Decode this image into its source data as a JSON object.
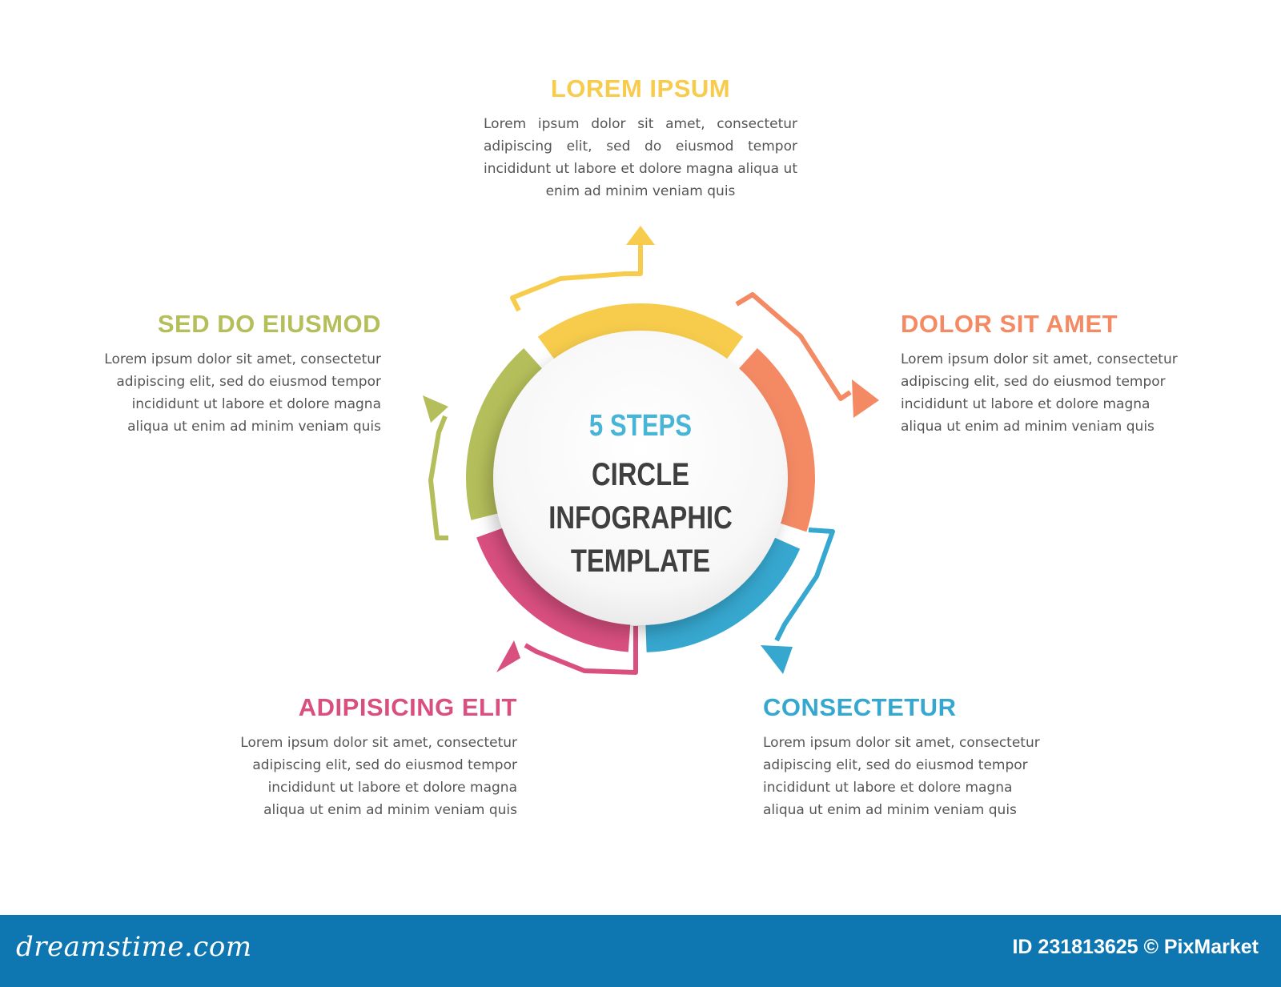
{
  "colors": {
    "yellow": "#f7cc4c",
    "orange": "#f48a64",
    "blue": "#36a7cf",
    "pink": "#d94f7f",
    "green": "#b4be5a",
    "center_kicker": "#48b5d6",
    "text": "#555555",
    "footer": "#0e76b0"
  },
  "center": {
    "kicker": "5 STEPS",
    "line1": "CIRCLE INFOGRAPHIC",
    "line2": "TEMPLATE"
  },
  "steps": [
    {
      "id": "top",
      "color": "yellow",
      "title": "LOREM IPSUM",
      "text": "Lorem ipsum dolor sit amet, consectetur adipiscing elit, sed do eiusmod tempor incididunt ut labore et dolore magna aliqua ut enim ad minim veniam quis"
    },
    {
      "id": "right",
      "color": "orange",
      "title": "DOLOR SIT AMET",
      "text": "Lorem ipsum dolor sit amet, consectetur adipiscing elit, sed do eiusmod tempor incididunt ut labore et dolore magna aliqua ut enim ad minim veniam quis"
    },
    {
      "id": "bottom-right",
      "color": "blue",
      "title": "CONSECTETUR",
      "text": "Lorem ipsum dolor sit amet, consectetur adipiscing elit, sed do eiusmod tempor incididunt ut labore et dolore magna aliqua ut enim ad minim veniam quis"
    },
    {
      "id": "bottom-left",
      "color": "pink",
      "title": "ADIPISICING ELIT",
      "text": "Lorem ipsum dolor sit amet, consectetur adipiscing elit, sed do eiusmod tempor incididunt ut labore et dolore magna aliqua ut enim ad minim veniam quis"
    },
    {
      "id": "left",
      "color": "green",
      "title": "SED DO EIUSMOD",
      "text": "Lorem ipsum dolor sit amet, consectetur adipiscing elit, sed do eiusmod tempor incididunt ut labore et dolore magna aliqua ut enim ad minim veniam quis"
    }
  ],
  "footer": {
    "logo": "dreamstime.com",
    "id_text": "ID 231813625 © PixMarket"
  }
}
